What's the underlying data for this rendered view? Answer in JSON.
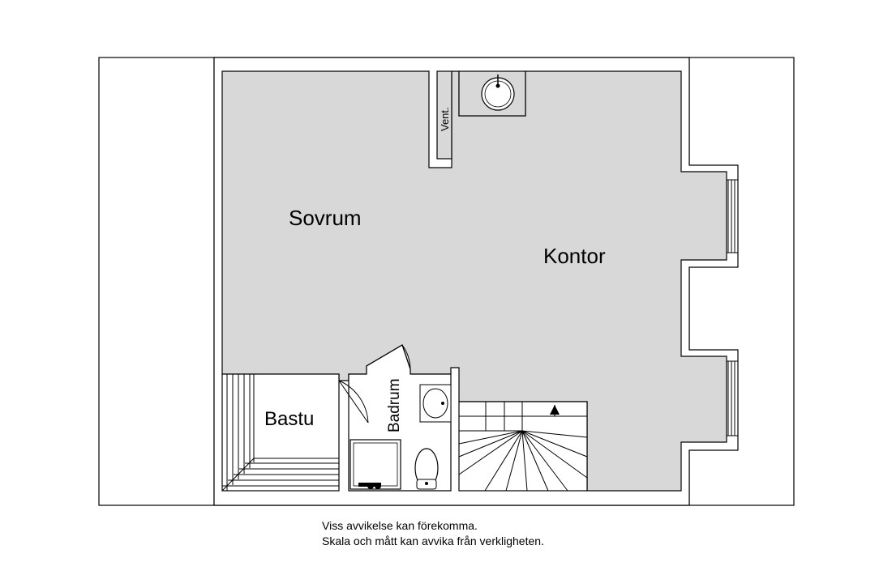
{
  "rooms": {
    "sovrum": "Sovrum",
    "kontor": "Kontor",
    "bastu": "Bastu",
    "badrum": "Badrum",
    "vent": "Vent."
  },
  "disclaimer": {
    "line1": "Viss avvikelse kan förekomma.",
    "line2": "Skala och mått kan avvika från verkligheten."
  },
  "colors": {
    "floor": "#d8d8d8",
    "wall": "#ffffff",
    "line": "#000000"
  }
}
